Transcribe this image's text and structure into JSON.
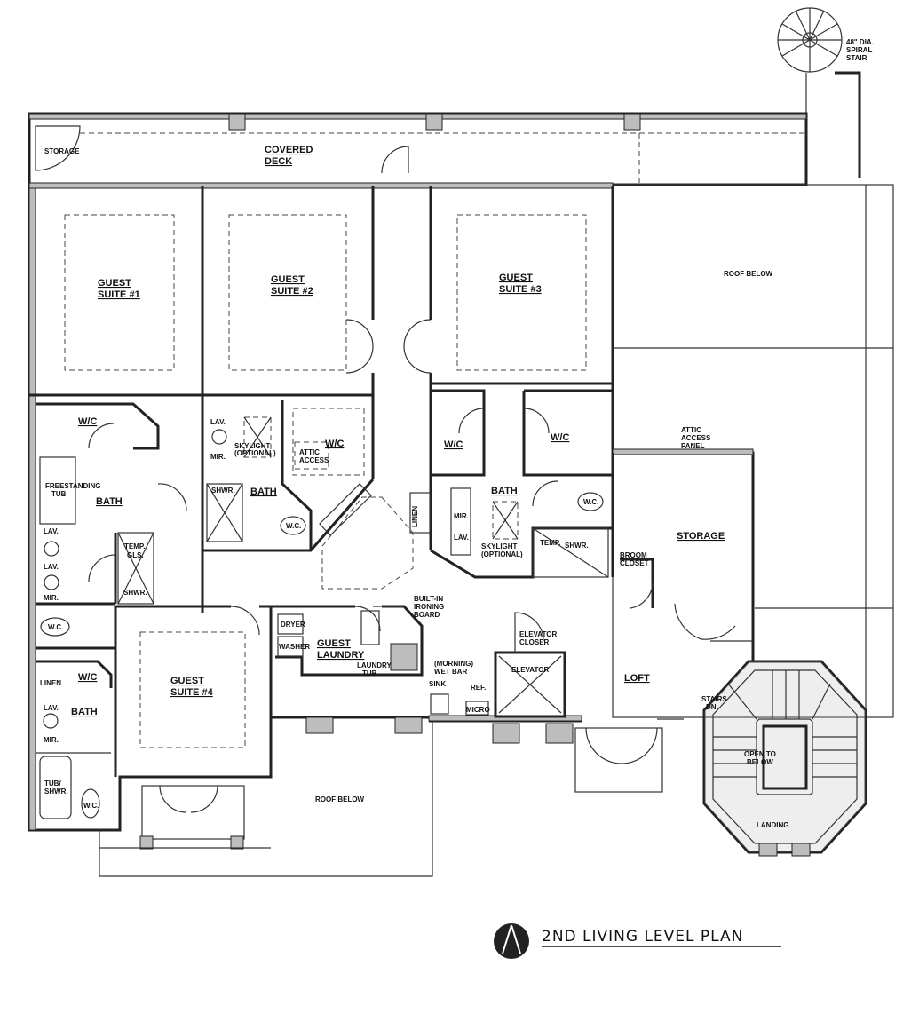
{
  "plan": {
    "title": "2ND LIVING LEVEL PLAN",
    "rooms": {
      "storage_top": "STORAGE",
      "covered_deck_1": "COVERED",
      "covered_deck_2": "DECK",
      "spiral_1": "48\" DIA.",
      "spiral_2": "SPIRAL",
      "spiral_3": "STAIR",
      "roof_below_right": "ROOF BELOW",
      "guest1_a": "GUEST",
      "guest1_b": "SUITE #1",
      "guest2_a": "GUEST",
      "guest2_b": "SUITE #2",
      "guest3_a": "GUEST",
      "guest3_b": "SUITE #3",
      "guest4_a": "GUEST",
      "guest4_b": "SUITE #4",
      "wic_1": "W/C",
      "wic_2": "W/C",
      "wic_3a": "W/C",
      "wic_3b": "W/C",
      "wic_4": "W/C",
      "bath_1": "BATH",
      "bath_2": "BATH",
      "bath_3": "BATH",
      "bath_4": "BATH",
      "freestanding_1": "FREESTANDING",
      "freestanding_2": "TUB",
      "lav_a": "LAV.",
      "lav_b": "LAV.",
      "lav_c": "LAV.",
      "lav_d": "LAV.",
      "lav_e": "LAV.",
      "mir_a": "MIR.",
      "mir_b": "MIR.",
      "mir_c": "MIR.",
      "mir_d": "MIR.",
      "wc_a": "W.C.",
      "wc_b": "W.C.",
      "wc_c": "W.C.",
      "wc_d": "W.C.",
      "shwr_a": "SHWR.",
      "shwr_b": "SHWR.",
      "shwr_c": "SHWR.",
      "temp_gl_a": "TEMP.",
      "temp_gl_b": "GLS.",
      "skylight_a1": "SKYLIGHT",
      "skylight_a2": "(OPTIONAL)",
      "skylight_b1": "SKYLIGHT",
      "skylight_b2": "(OPTIONAL)",
      "attic_1": "ATTIC",
      "attic_2": "ACCESS",
      "attic_panel_1": "ATTIC",
      "attic_panel_2": "ACCESS",
      "attic_panel_3": "PANEL",
      "storage_big": "STORAGE",
      "broom_1": "BROOM",
      "broom_2": "CLOSET",
      "linen_a": "LINEN",
      "linen_b": "LINEN",
      "builtin_1": "BUILT-IN",
      "builtin_2": "IRONING",
      "builtin_3": "BOARD",
      "laundry_1": "GUEST",
      "laundry_2": "LAUNDRY",
      "dryer": "DRYER",
      "washer": "WASHER",
      "laundry_tub_1": "LAUNDRY",
      "laundry_tub_2": "TUB",
      "elev_closer_1": "ELEVATOR",
      "elev_closer_2": "CLOSER",
      "elevator": "ELEVATOR",
      "wet_bar_1": "(MORNING)",
      "wet_bar_2": "WET BAR",
      "sink": "SINK",
      "ref": "REF.",
      "micro": "MICRO",
      "loft": "LOFT",
      "stairs_1": "STAIRS",
      "stairs_2": "DN.",
      "open_below_1": "OPEN TO",
      "open_below_2": "BELOW",
      "landing": "LANDING",
      "roof_below_bottom": "ROOF BELOW",
      "tub_shwr_1": "TUB/",
      "tub_shwr_2": "SHWR."
    }
  }
}
